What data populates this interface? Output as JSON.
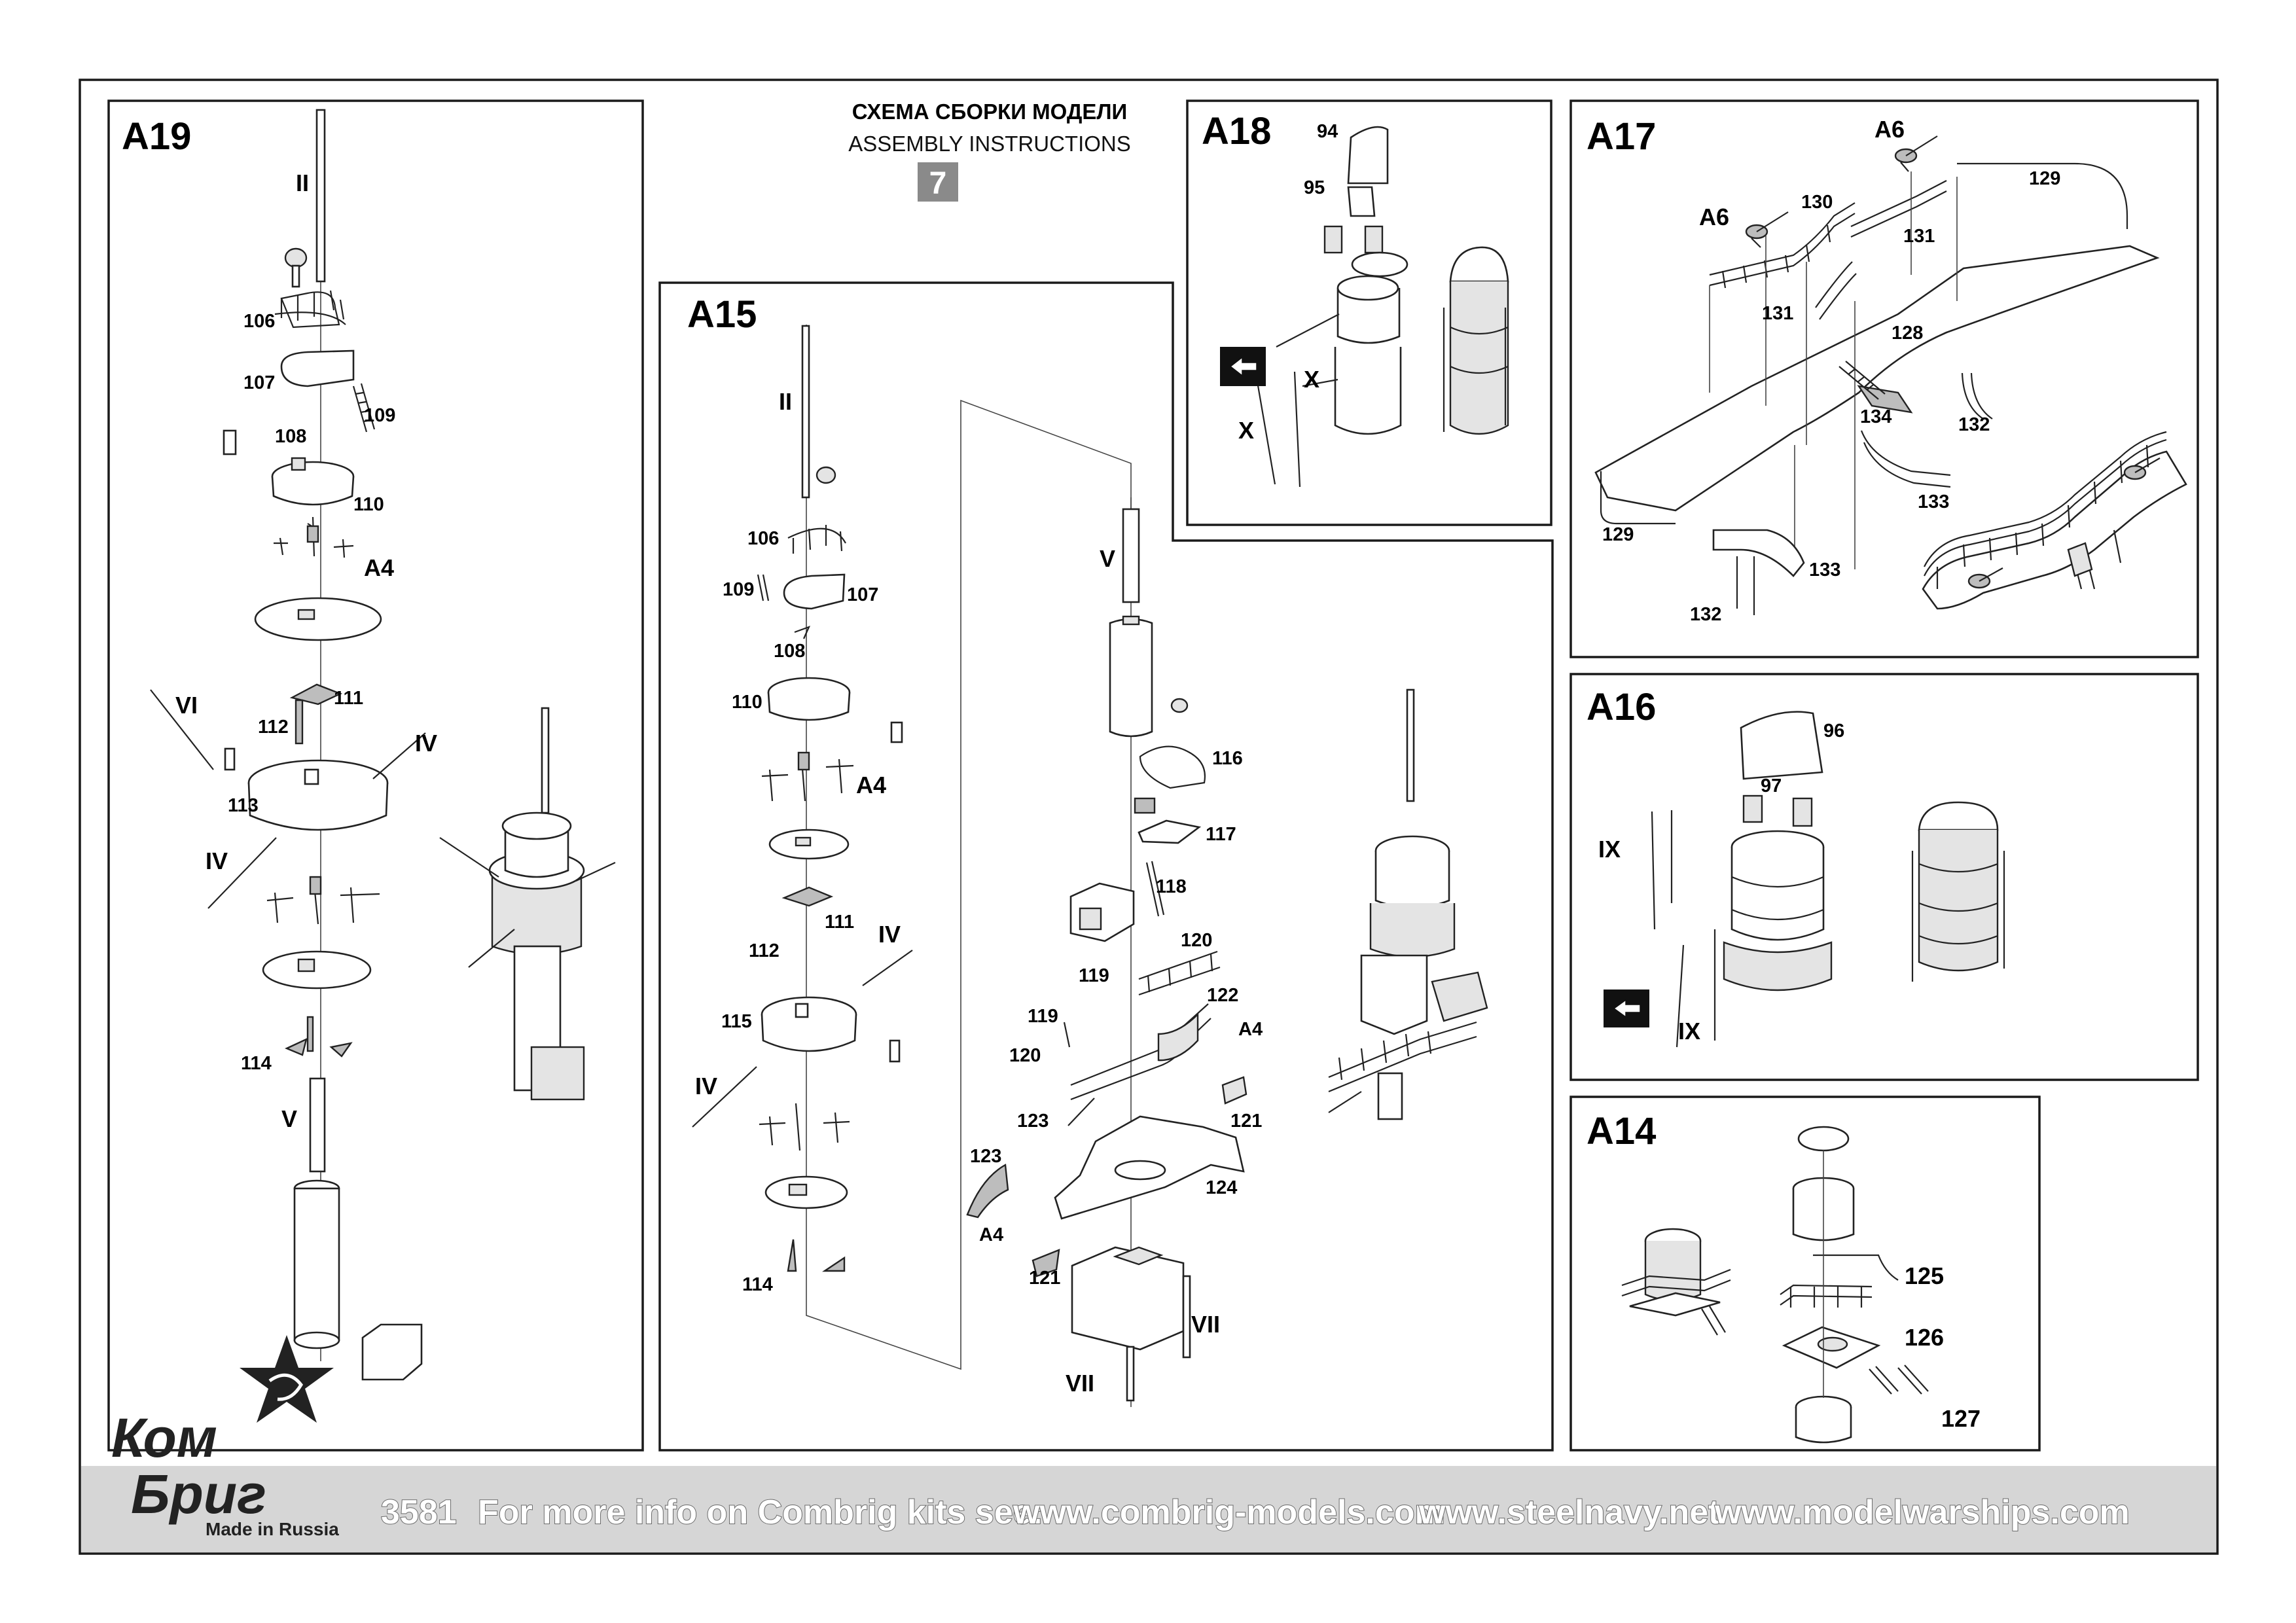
{
  "header": {
    "title_ru": "СХЕМА СБОРКИ МОДЕЛИ",
    "title_en": "ASSEMBLY INSTRUCTIONS",
    "page_number": "7"
  },
  "panels": {
    "a19": {
      "title": "A19",
      "labels": [
        "II",
        "106",
        "107",
        "109",
        "108",
        "110",
        "A4",
        "111",
        "112",
        "VI",
        "IV",
        "113",
        "IV",
        "114",
        "V"
      ]
    },
    "a15": {
      "title": "A15",
      "labels": [
        "II",
        "106",
        "109",
        "107",
        "108",
        "110",
        "A4",
        "111",
        "112",
        "IV",
        "115",
        "IV",
        "114",
        "V",
        "116",
        "117",
        "118",
        "120",
        "119",
        "122",
        "119",
        "A4",
        "120",
        "123",
        "121",
        "123",
        "124",
        "A4",
        "121",
        "VII",
        "VII"
      ]
    },
    "a18": {
      "title": "A18",
      "labels": [
        "94",
        "95",
        "X",
        "X"
      ]
    },
    "a17": {
      "title": "A17",
      "labels": [
        "A6",
        "A6",
        "130",
        "129",
        "131",
        "131",
        "128",
        "134",
        "132",
        "133",
        "129",
        "133",
        "132"
      ]
    },
    "a16": {
      "title": "A16",
      "labels": [
        "96",
        "97",
        "IX",
        "IX"
      ]
    },
    "a14": {
      "title": "A14",
      "labels": [
        "125",
        "126",
        "127"
      ]
    }
  },
  "footer": {
    "brand_line1": "Ком",
    "brand_line2": "Бриг",
    "made_in": "Made in Russia",
    "kit_number": "3581",
    "info_text": "For more info on Combrig kits see:",
    "links": [
      "www.combrig-models.com",
      "www.steelnavy.net",
      "www.modelwarships.com"
    ]
  },
  "colors": {
    "frame": "#1a1a1a",
    "footer_band": "#d6d6d6",
    "badge": "#8a8a8a",
    "part_shade": "#bdbdbd"
  }
}
